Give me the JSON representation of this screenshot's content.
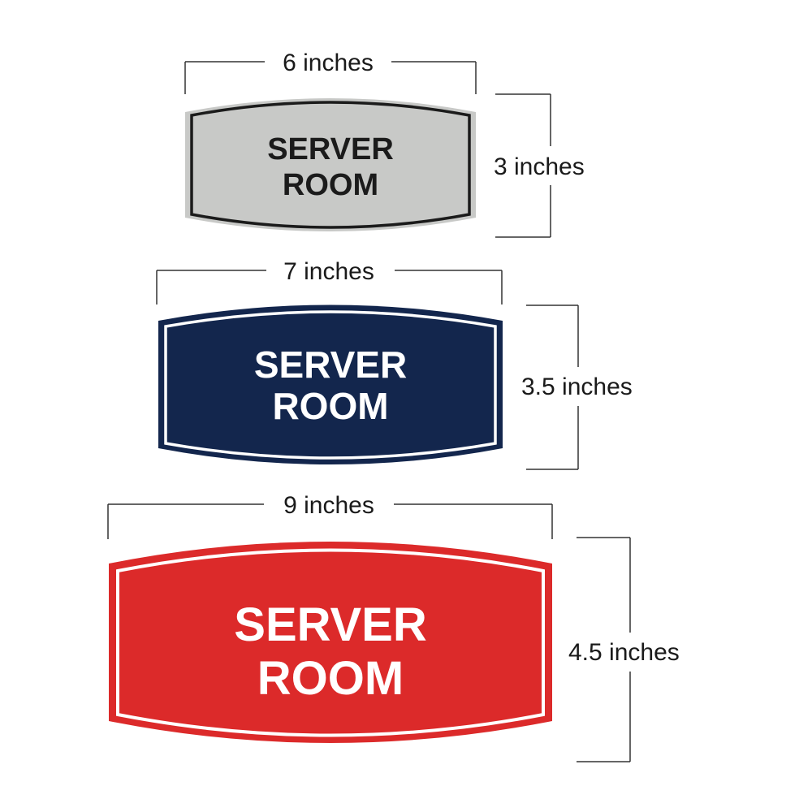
{
  "signs": [
    {
      "line1": "SERVER",
      "line2": "ROOM",
      "width_label": "6 inches",
      "height_label": "3 inches",
      "colors": {
        "face": "#c8c9c7",
        "border": "#1b1b1b",
        "text": "#1b1b1b",
        "rim": "#c8c9c7"
      }
    },
    {
      "line1": "SERVER",
      "line2": "ROOM",
      "width_label": "7 inches",
      "height_label": "3.5 inches",
      "colors": {
        "face": "#13264d",
        "border": "#ffffff",
        "text": "#ffffff",
        "rim": "#13264d"
      }
    },
    {
      "line1": "SERVER",
      "line2": "ROOM",
      "width_label": "9 inches",
      "height_label": "4.5 inches",
      "colors": {
        "face": "#dc2a2a",
        "border": "#ffffff",
        "text": "#ffffff",
        "rim": "#dc2a2a"
      }
    }
  ]
}
